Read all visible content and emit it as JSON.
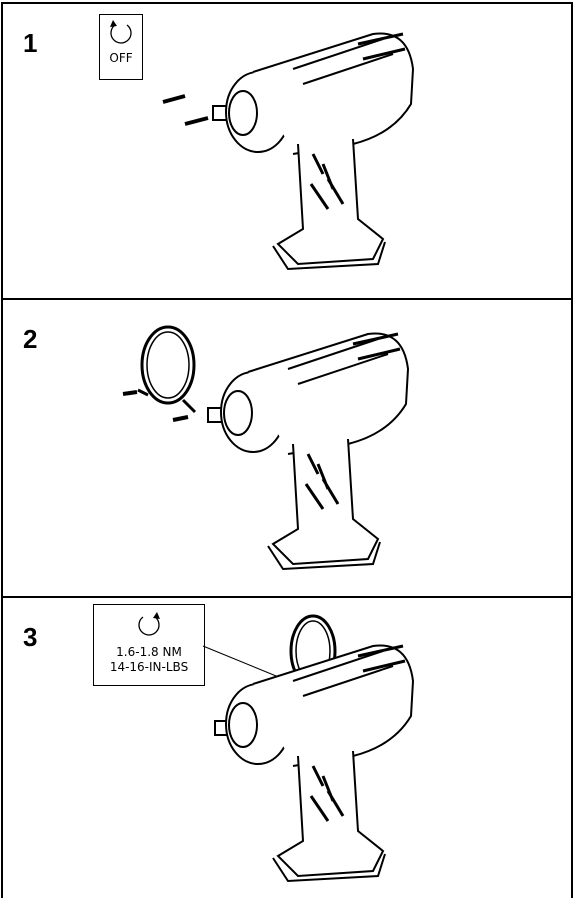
{
  "steps": [
    {
      "number": "1",
      "callout": {
        "lines": [
          "OFF"
        ],
        "icon": "rotate-counterclockwise-icon"
      }
    },
    {
      "number": "2"
    },
    {
      "number": "3",
      "callout": {
        "lines": [
          "1.6-1.8 NM",
          "14-16-IN-LBS"
        ],
        "icon": "rotate-clockwise-icon"
      }
    }
  ]
}
